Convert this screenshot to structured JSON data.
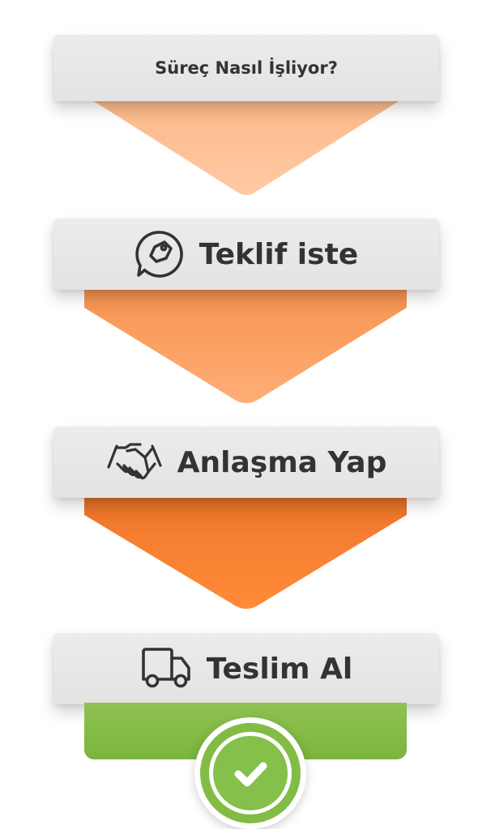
{
  "header": {
    "title": "Süreç Nasıl İşliyor?"
  },
  "steps": [
    {
      "label": "Teklif iste",
      "icon": "price-tag-chat-icon"
    },
    {
      "label": "Anlaşma Yap",
      "icon": "handshake-icon"
    },
    {
      "label": "Teslim Al",
      "icon": "delivery-truck-icon"
    }
  ],
  "final": {
    "icon": "check-circle-icon"
  },
  "colors": {
    "arrow1": "#ffc49c",
    "arrow2": "#fb9e5e",
    "arrow3": "#f97f2c",
    "green": "#82bc45",
    "bar": "#e8e8e8",
    "text": "#333333"
  }
}
